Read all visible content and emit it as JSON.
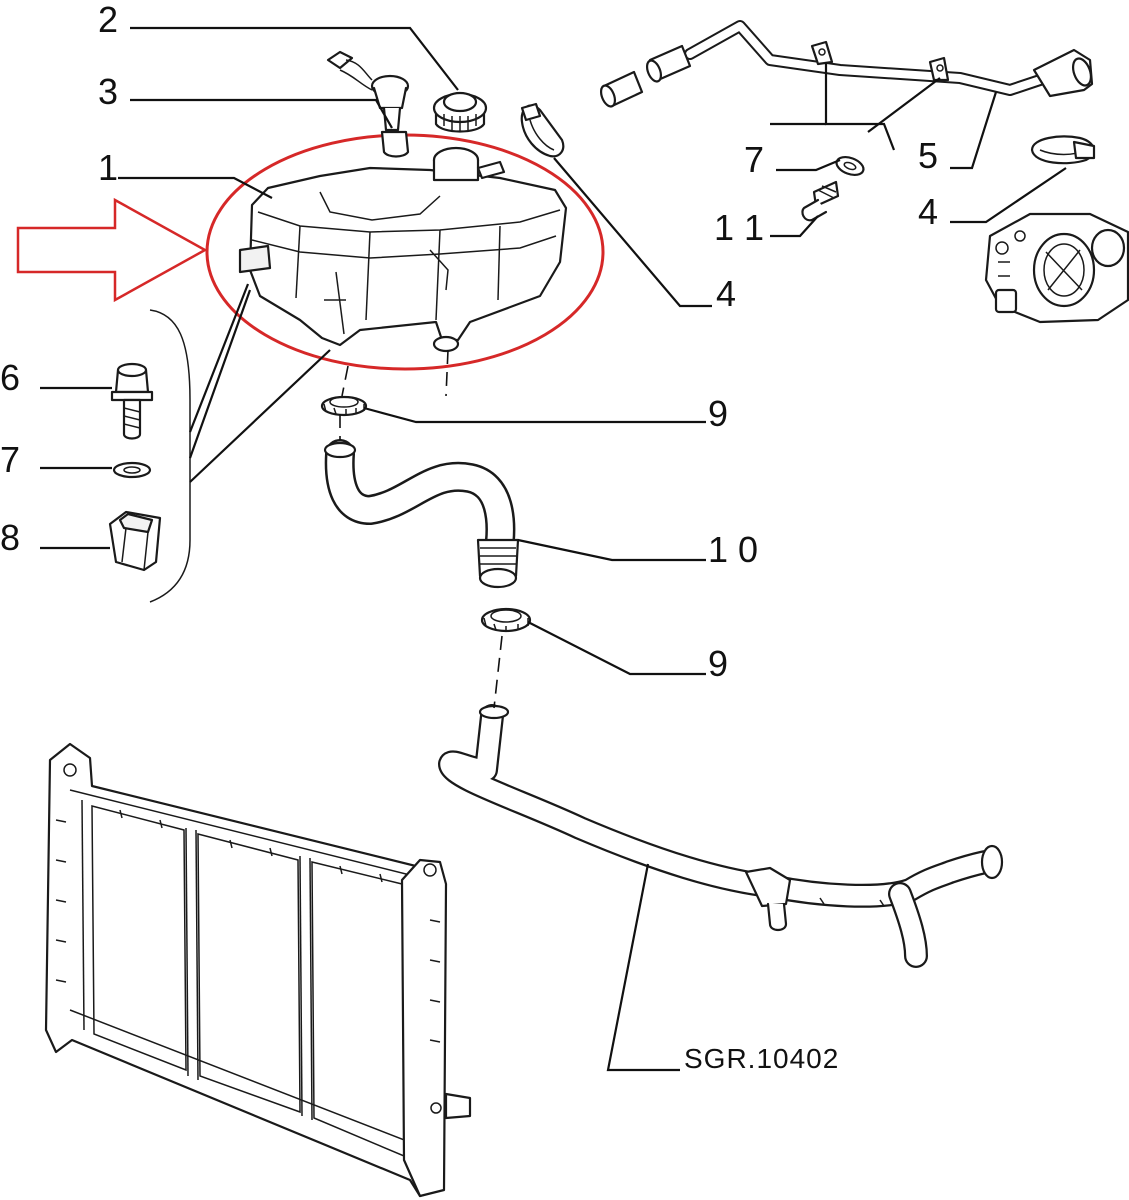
{
  "diagram": {
    "reference_code": "SGR.10402",
    "highlight_color": "#d62828",
    "callouts": [
      {
        "id": "c1",
        "label": "1",
        "part": "expansion tank"
      },
      {
        "id": "c2",
        "label": "2",
        "part": "filler cap"
      },
      {
        "id": "c3",
        "label": "3",
        "part": "level sensor"
      },
      {
        "id": "c4a",
        "label": "4",
        "part": "hose clamp"
      },
      {
        "id": "c4b",
        "label": "4",
        "part": "hose clamp"
      },
      {
        "id": "c5",
        "label": "5",
        "part": "bleed pipe"
      },
      {
        "id": "c6",
        "label": "6",
        "part": "bolt"
      },
      {
        "id": "c7a",
        "label": "7",
        "part": "washer"
      },
      {
        "id": "c7b",
        "label": "7",
        "part": "washer"
      },
      {
        "id": "c8",
        "label": "8",
        "part": "rubber mount"
      },
      {
        "id": "c9a",
        "label": "9",
        "part": "hose clamp"
      },
      {
        "id": "c9b",
        "label": "9",
        "part": "hose clamp"
      },
      {
        "id": "c10",
        "label": "1 0",
        "part": "coolant hose"
      },
      {
        "id": "c11",
        "label": "1 1",
        "part": "bolt"
      }
    ]
  }
}
